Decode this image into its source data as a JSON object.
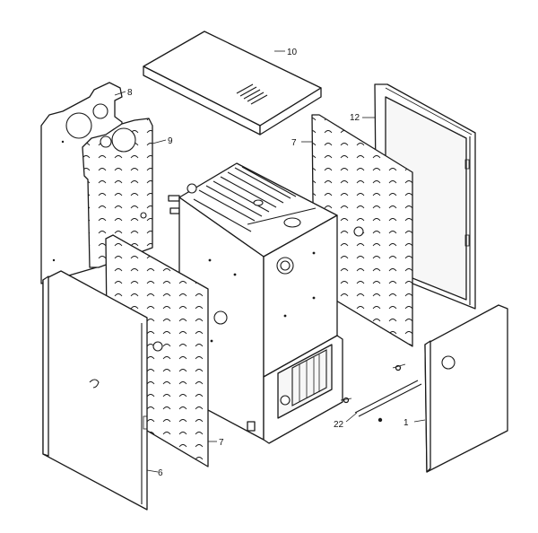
{
  "callouts": {
    "top_cover": "10",
    "rear_panel": "8",
    "rear_insulation": "9",
    "right_side_panel": "12",
    "right_insulation": "7",
    "left_insulation": "7",
    "left_door": "6",
    "front_door": "1",
    "hinge_pin": "22"
  }
}
